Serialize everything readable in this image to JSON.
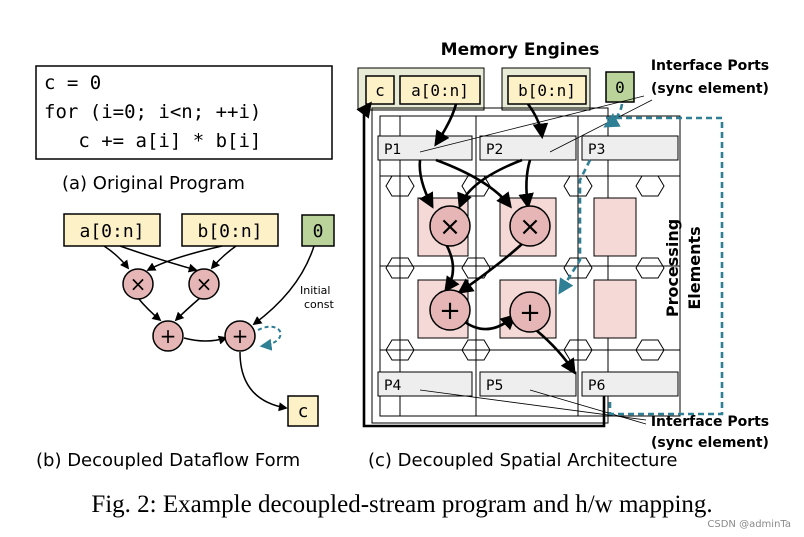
{
  "colors": {
    "stream_fill": "#fdf1c8",
    "const_fill": "#b9d39a",
    "op_fill": "#e6b6b6",
    "pe_fill": "#f4d9d6",
    "mem_bg": "#e8ecd6",
    "port_fill": "#eeeeee",
    "dashed_teal": "#2f7f95",
    "ink": "#000000"
  },
  "panel_a": {
    "code": [
      "c = 0",
      "for (i=0; i<n; ++i)",
      "   c += a[i] * b[i]"
    ],
    "caption": "(a) Original Program"
  },
  "panel_b": {
    "streams": [
      "a[0:n]",
      "b[0:n]"
    ],
    "const": "0",
    "ops": [
      "×",
      "×",
      "+",
      "+"
    ],
    "output": "c",
    "annotation": [
      "Initial",
      "const"
    ],
    "caption": "(b) Decoupled Dataflow Form"
  },
  "panel_c": {
    "memory_title": "Memory Engines",
    "mem_items": [
      "c",
      "a[0:n]",
      "b[0:n]",
      "0"
    ],
    "ports_top": [
      "P1",
      "P2",
      "P3"
    ],
    "ports_bottom": [
      "P4",
      "P5",
      "P6"
    ],
    "interface_top": [
      "Interface Ports",
      "(sync element)"
    ],
    "interface_bottom": [
      "Interface Ports",
      "(sync element)"
    ],
    "pe_label": [
      "Processing",
      "Elements"
    ],
    "pe_ops": [
      "×",
      "×",
      "+",
      "+"
    ],
    "caption": "(c) Decoupled Spatial Architecture"
  },
  "figure_caption": "Fig. 2: Example decoupled-stream program and h/w mapping.",
  "watermark": "CSDN @adminTa"
}
